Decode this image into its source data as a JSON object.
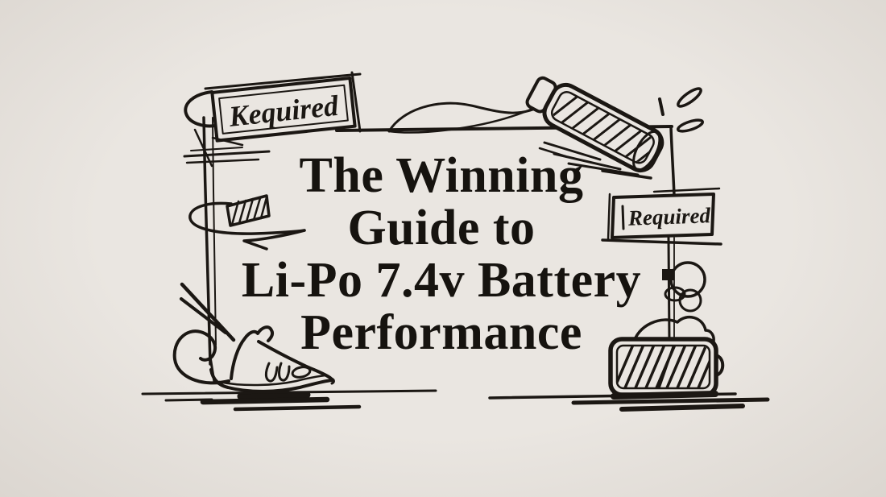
{
  "scene": {
    "background_color": "#eae6e1",
    "ink_color": "#1b1713",
    "style": "hand-drawn sketch banner"
  },
  "title": {
    "lines": [
      "The Winning",
      "Guide to",
      "Li-Po 7.4v Battery",
      "Performance"
    ]
  },
  "signs": {
    "top_left": {
      "label": "Kequired"
    },
    "right": {
      "label": "Required"
    }
  },
  "doodles": [
    "board-frame-lines",
    "required-sign-top-left",
    "tilted-battery-icon",
    "spark-marks-icon",
    "hatched-flag-icon",
    "required-signpost",
    "loop-doodle",
    "battery-pack-icon",
    "running-shoe-icon",
    "ground-shadow-lines"
  ]
}
